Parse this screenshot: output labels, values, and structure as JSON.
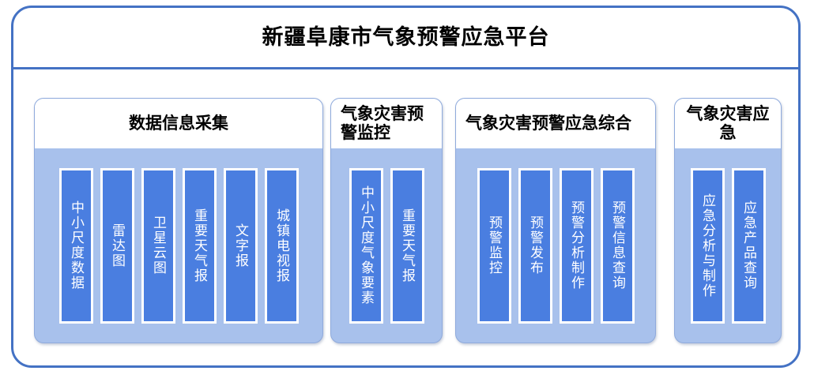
{
  "platform": {
    "title": "新疆阜康市气象预警应急平台",
    "border_color": "#4472C4",
    "panel_bg_color": "#A8C1EC",
    "leaf_color": "#4A7EE0"
  },
  "groups": [
    {
      "id": "data-collection",
      "title": "数据信息采集",
      "title_align": "center",
      "items": [
        {
          "label": "中小尺度数据"
        },
        {
          "label": "雷达图"
        },
        {
          "label": "卫星云图"
        },
        {
          "label": "重要天气报"
        },
        {
          "label": "文字报"
        },
        {
          "label": "城镇电视报"
        }
      ]
    },
    {
      "id": "disaster-warning-monitor",
      "title": "气象灾害预警监控",
      "title_align": "left",
      "items": [
        {
          "label": "中小尺度气象要素"
        },
        {
          "label": "重要天气报"
        }
      ]
    },
    {
      "id": "warning-emergency-integrated",
      "title": "气象灾害预警应急综合",
      "title_align": "left",
      "items": [
        {
          "label": "预警监控"
        },
        {
          "label": "预警发布"
        },
        {
          "label": "预警分析制作"
        },
        {
          "label": "预警信息查询"
        }
      ]
    },
    {
      "id": "disaster-emergency",
      "title": "气象灾害应急",
      "title_align": "center",
      "items": [
        {
          "label": "应急分析与制作"
        },
        {
          "label": "应急产品查询"
        }
      ]
    }
  ]
}
